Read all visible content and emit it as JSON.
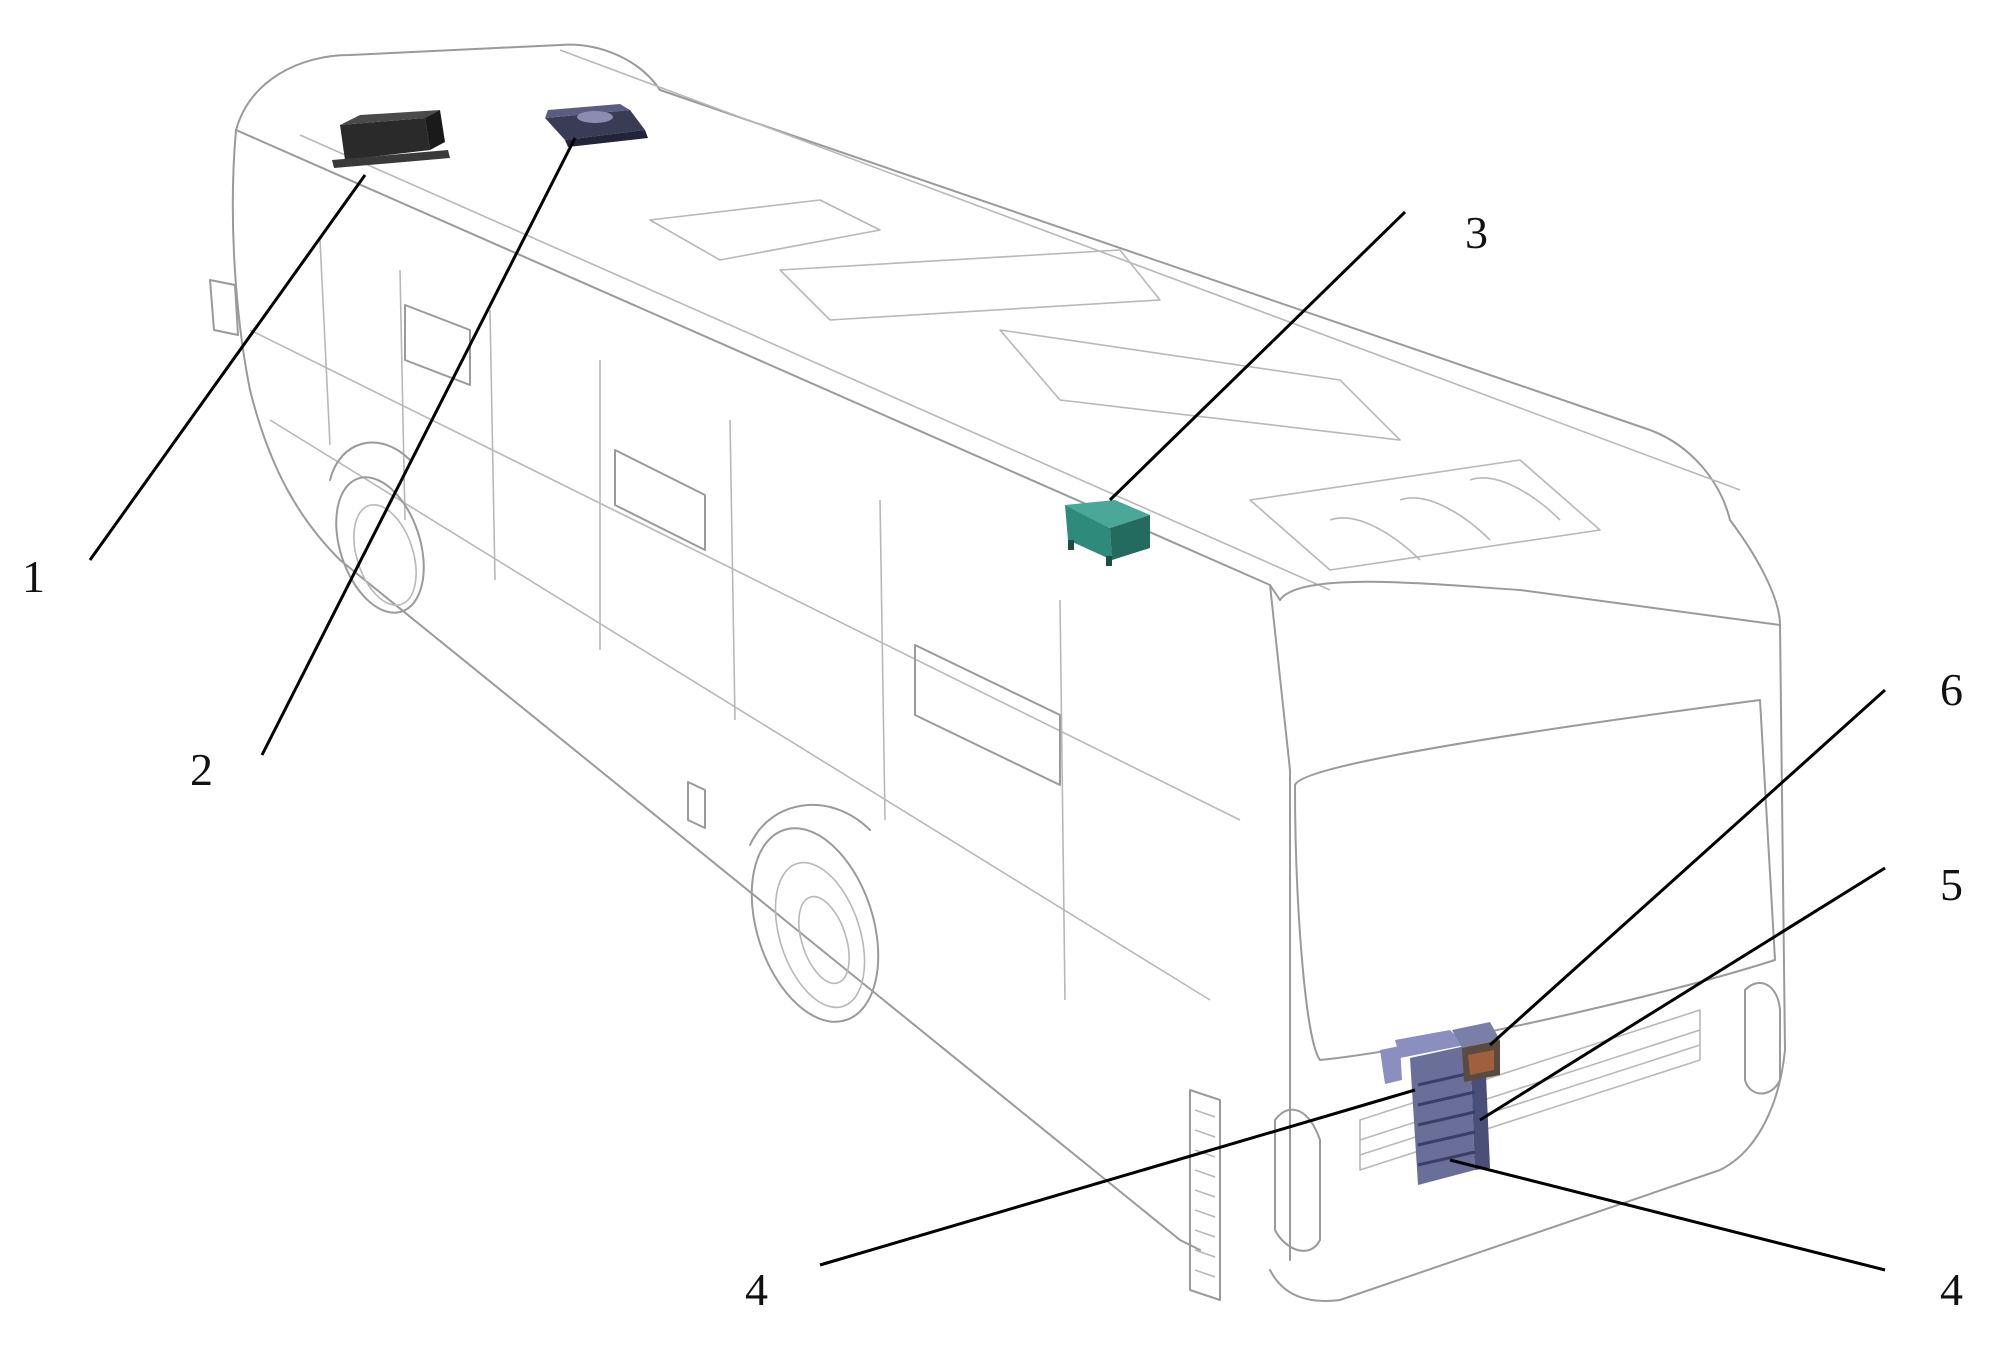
{
  "figure": {
    "subject": "bus",
    "callouts": [
      {
        "id": "c1",
        "number": "1",
        "component_color": "#2a2a2a"
      },
      {
        "id": "c2",
        "number": "2",
        "component_color": "#3a3c55"
      },
      {
        "id": "c3",
        "number": "3",
        "component_color": "#2e8a7a"
      },
      {
        "id": "c4a",
        "number": "4",
        "component_color": "#6a6f9a"
      },
      {
        "id": "c4b",
        "number": "4",
        "component_color": "#6a6f9a"
      },
      {
        "id": "c5",
        "number": "5",
        "component_color": "#6a6f9a"
      },
      {
        "id": "c6",
        "number": "6",
        "component_color": "#5a4a40"
      }
    ]
  }
}
